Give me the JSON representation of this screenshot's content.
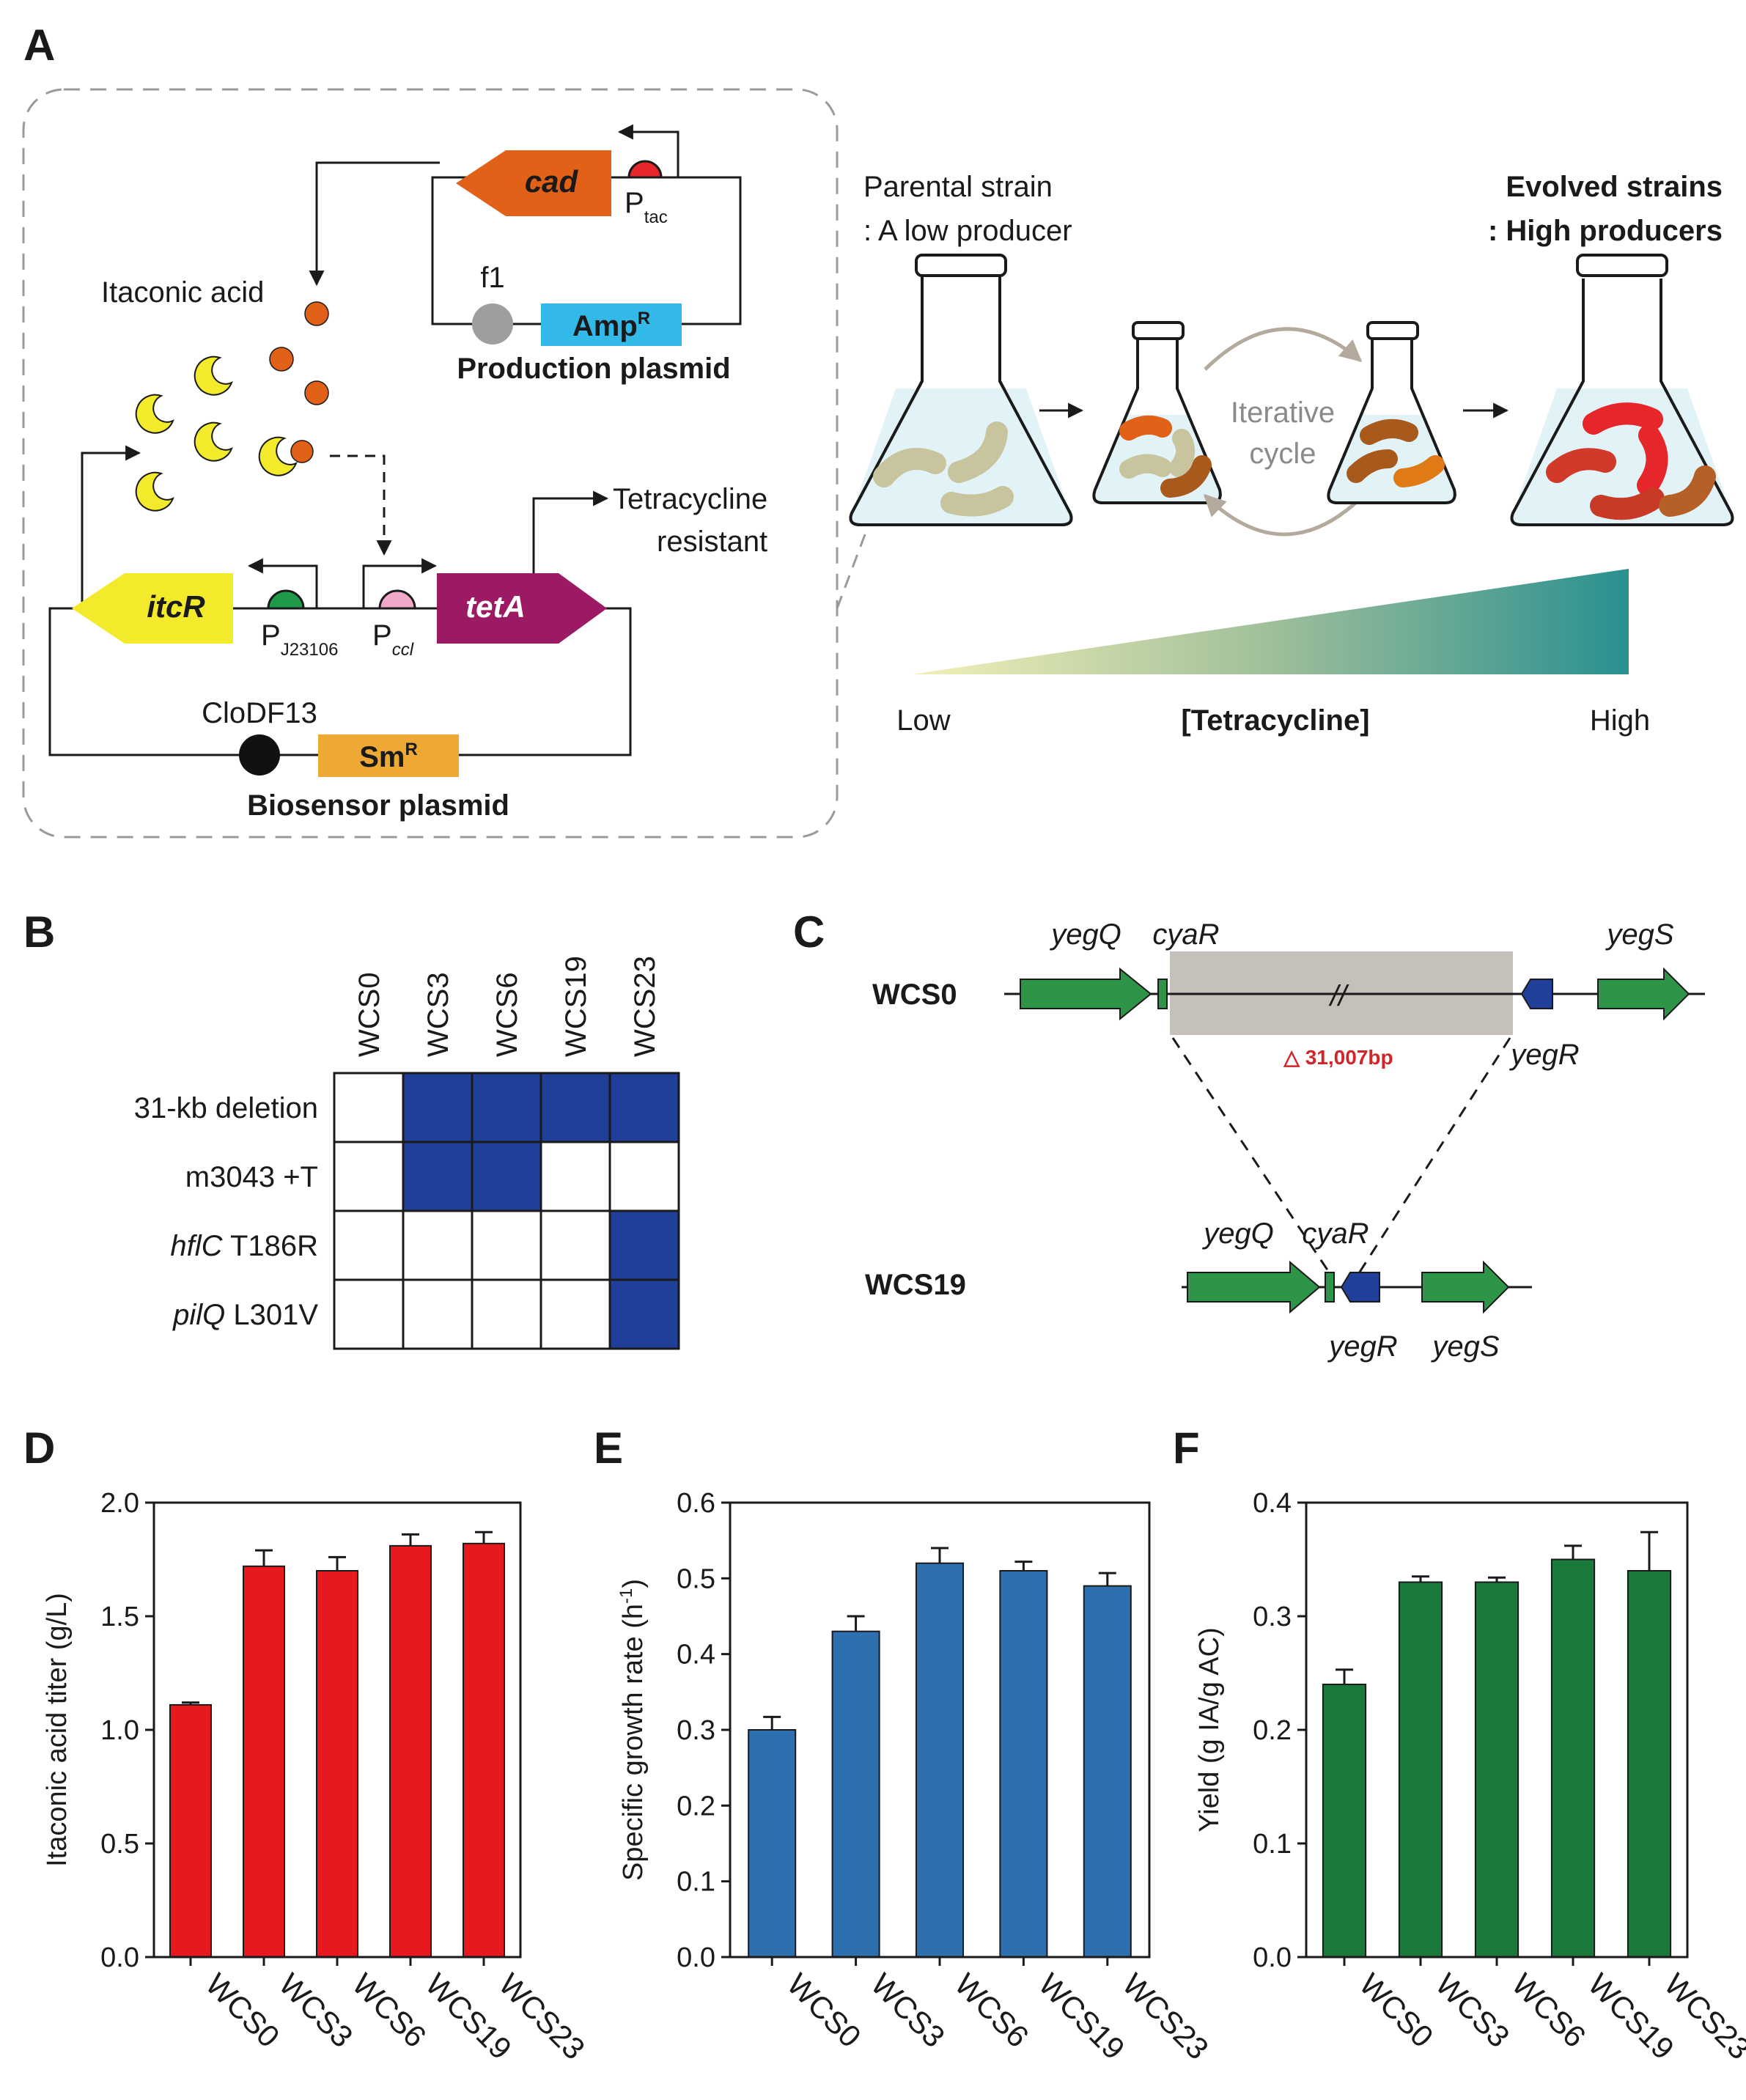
{
  "panels": {
    "A": "A",
    "B": "B",
    "C": "C",
    "D": "D",
    "E": "E",
    "F": "F"
  },
  "panel_a": {
    "production_plasmid": "Production plasmid",
    "biosensor_plasmid": "Biosensor plasmid",
    "itaconic_acid": "Itaconic acid",
    "cad": "cad",
    "p_tac_main": "P",
    "p_tac_sub": "tac",
    "f1": "f1",
    "ampr_main": "Amp",
    "ampr_sup": "R",
    "itcr": "itcR",
    "tetA": "tetA",
    "p_j23106_main": "P",
    "p_j23106_sub": "J23106",
    "p_ccl_main": "P",
    "p_ccl_sub": "ccl",
    "clodf13": "CloDF13",
    "smr_main": "Sm",
    "smr_sup": "R",
    "tet_resistant_line1": "Tetracycline",
    "tet_resistant_line2": "resistant",
    "parental_line1": "Parental strain",
    "parental_line2": ": A low producer",
    "evolved_line1": "Evolved strains",
    "evolved_line2": ": High producers",
    "iterative_line1": "Iterative",
    "iterative_line2": "cycle",
    "gradient_low": "Low",
    "gradient_mid": "[Tetracycline]",
    "gradient_high": "High"
  },
  "panel_b": {
    "columns": [
      "WCS0",
      "WCS3",
      "WCS6",
      "WCS19",
      "WCS23"
    ],
    "rows": [
      {
        "label_italic": "",
        "label_rest": "31-kb deletion",
        "cells": [
          0,
          1,
          1,
          1,
          1
        ]
      },
      {
        "label_italic": "",
        "label_rest": "m3043 +T",
        "cells": [
          0,
          1,
          1,
          0,
          0
        ]
      },
      {
        "label_italic": "hflC",
        "label_rest": " T186R",
        "cells": [
          0,
          0,
          0,
          0,
          1
        ]
      },
      {
        "label_italic": "pilQ",
        "label_rest": " L301V",
        "cells": [
          0,
          0,
          0,
          0,
          1
        ]
      }
    ],
    "fill_color": "#1f3f99"
  },
  "panel_c": {
    "wcs0": "WCS0",
    "wcs19": "WCS19",
    "deletion": "△ 31,007bp",
    "break_mark": "//",
    "genes_top": {
      "yegQ": "yegQ",
      "cyaR": "cyaR",
      "yegS": "yegS",
      "yegR": "yegR"
    },
    "genes_bottom": {
      "yegQ": "yegQ",
      "cyaR": "cyaR",
      "yegS": "yegS",
      "yegR": "yegR"
    }
  },
  "chart_data": [
    {
      "type": "bar",
      "panel": "D",
      "categories": [
        "WCS0",
        "WCS3",
        "WCS6",
        "WCS19",
        "WCS23"
      ],
      "values": [
        1.11,
        1.72,
        1.7,
        1.81,
        1.82
      ],
      "errors": [
        0.01,
        0.07,
        0.06,
        0.05,
        0.05
      ],
      "ylabel": "Itaconic acid titer (g/L)",
      "ylim": [
        0,
        2.0
      ],
      "yticks": [
        "0.0",
        "0.5",
        "1.0",
        "1.5",
        "2.0"
      ],
      "ytick_values": [
        0,
        0.5,
        1.0,
        1.5,
        2.0
      ],
      "color": "#e8191e"
    },
    {
      "type": "bar",
      "panel": "E",
      "categories": [
        "WCS0",
        "WCS3",
        "WCS6",
        "WCS19",
        "WCS23"
      ],
      "values": [
        0.3,
        0.43,
        0.52,
        0.51,
        0.49
      ],
      "errors": [
        0.017,
        0.02,
        0.02,
        0.012,
        0.017
      ],
      "ylabel_main": "Specific growth rate (h",
      "ylabel_sup": "-1",
      "ylabel_end": ")",
      "ylim": [
        0,
        0.6
      ],
      "yticks": [
        "0.0",
        "0.1",
        "0.2",
        "0.3",
        "0.4",
        "0.5",
        "0.6"
      ],
      "ytick_values": [
        0,
        0.1,
        0.2,
        0.3,
        0.4,
        0.5,
        0.6
      ],
      "color": "#2e6fb0"
    },
    {
      "type": "bar",
      "panel": "F",
      "categories": [
        "WCS0",
        "WCS3",
        "WCS6",
        "WCS19",
        "WCS23"
      ],
      "values": [
        0.24,
        0.33,
        0.33,
        0.35,
        0.34
      ],
      "errors": [
        0.013,
        0.005,
        0.004,
        0.012,
        0.034
      ],
      "ylabel": "Yield (g IA/g AC)",
      "ylim": [
        0,
        0.4
      ],
      "yticks": [
        "0.0",
        "0.1",
        "0.2",
        "0.3",
        "0.4"
      ],
      "ytick_values": [
        0,
        0.1,
        0.2,
        0.3,
        0.4
      ],
      "color": "#1a7a3c"
    }
  ]
}
